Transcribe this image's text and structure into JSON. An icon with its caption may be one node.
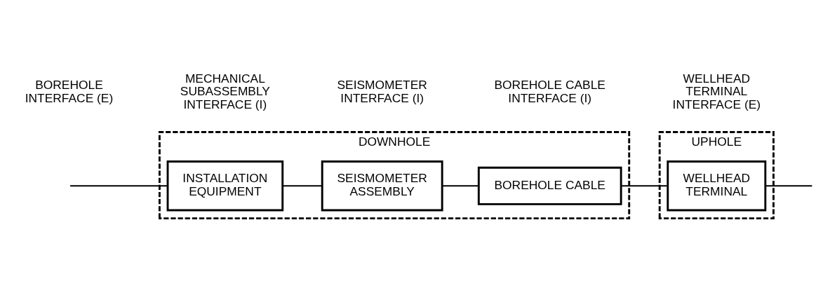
{
  "diagram": {
    "nodes": [
      {
        "text": [
          "DOWNHOLE"
        ]
      },
      {
        "text": [
          "UPHOLE"
        ]
      },
      {
        "text": [
          "INSTALLATION EQUIPMENT"
        ],
        "in": 0
      },
      {
        "text": [
          "SEISMOMETER ASSEMBLY"
        ],
        "in": 0
      },
      {
        "text": [
          "BOREHOLE CABLE"
        ],
        "in": 0
      },
      {
        "text": [
          "WELLHEAD TERMINAL"
        ],
        "in": 1
      }
    ],
    "edges": [
      {
        "from": null,
        "to": 2,
        "arrow": "none"
      },
      {
        "from": 2,
        "to": 3,
        "arrow": "none"
      },
      {
        "from": 3,
        "to": 4,
        "arrow": "none"
      },
      {
        "from": 4,
        "to": 5,
        "arrow": "none"
      },
      {
        "from": 5,
        "to": null,
        "arrow": "none"
      }
    ],
    "labels": [
      "BOREHOLE INTERFACE (E)",
      "MECHANICAL SUBASSEMBLY INTERFACE (I)",
      "SEISMOMETER INTERFACE (I)",
      "BOREHOLE CABLE INTERFACE (I)",
      "WELLHEAD TERMINAL INTERFACE (E)"
    ]
  }
}
